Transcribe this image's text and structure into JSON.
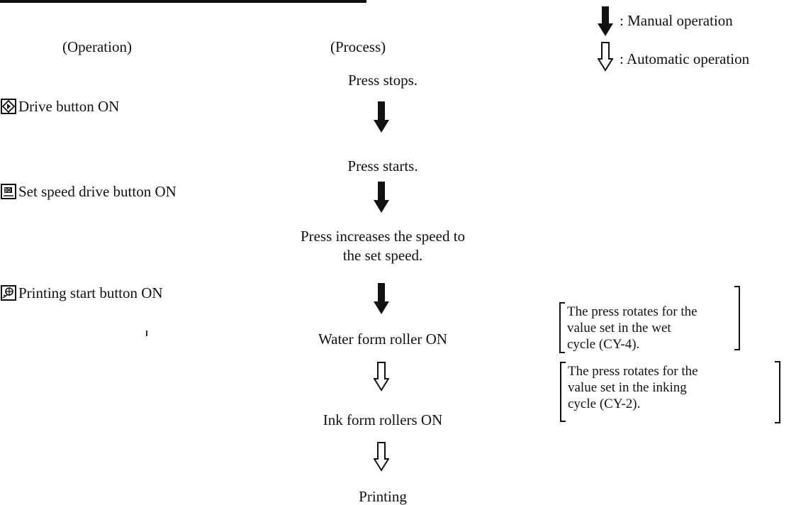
{
  "legend": {
    "manual_label": ": Manual operation",
    "automatic_label": ": Automatic operation"
  },
  "headers": {
    "operation": "(Operation)",
    "process": "(Process)"
  },
  "operations": [
    {
      "icon": "drive-button-icon",
      "label": "Drive button ON"
    },
    {
      "icon": "set-speed-drive-button-icon",
      "label": "Set speed drive button ON"
    },
    {
      "icon": "printing-start-button-icon",
      "label": "Printing start button ON"
    }
  ],
  "process": {
    "step1": "Press stops.",
    "step2": "Press starts.",
    "step3_line1": "Press increases the speed  to",
    "step3_line2": "the set speed.",
    "step4": "Water form roller ON",
    "step5": "Ink form rollers ON",
    "step6": "Printing"
  },
  "notes": [
    {
      "lines": [
        "The press rotates for the",
        "value set in the wet",
        "cycle (CY-4)."
      ]
    },
    {
      "lines": [
        "The press rotates for the",
        "value set in the inking",
        "cycle (CY-2)."
      ]
    }
  ]
}
